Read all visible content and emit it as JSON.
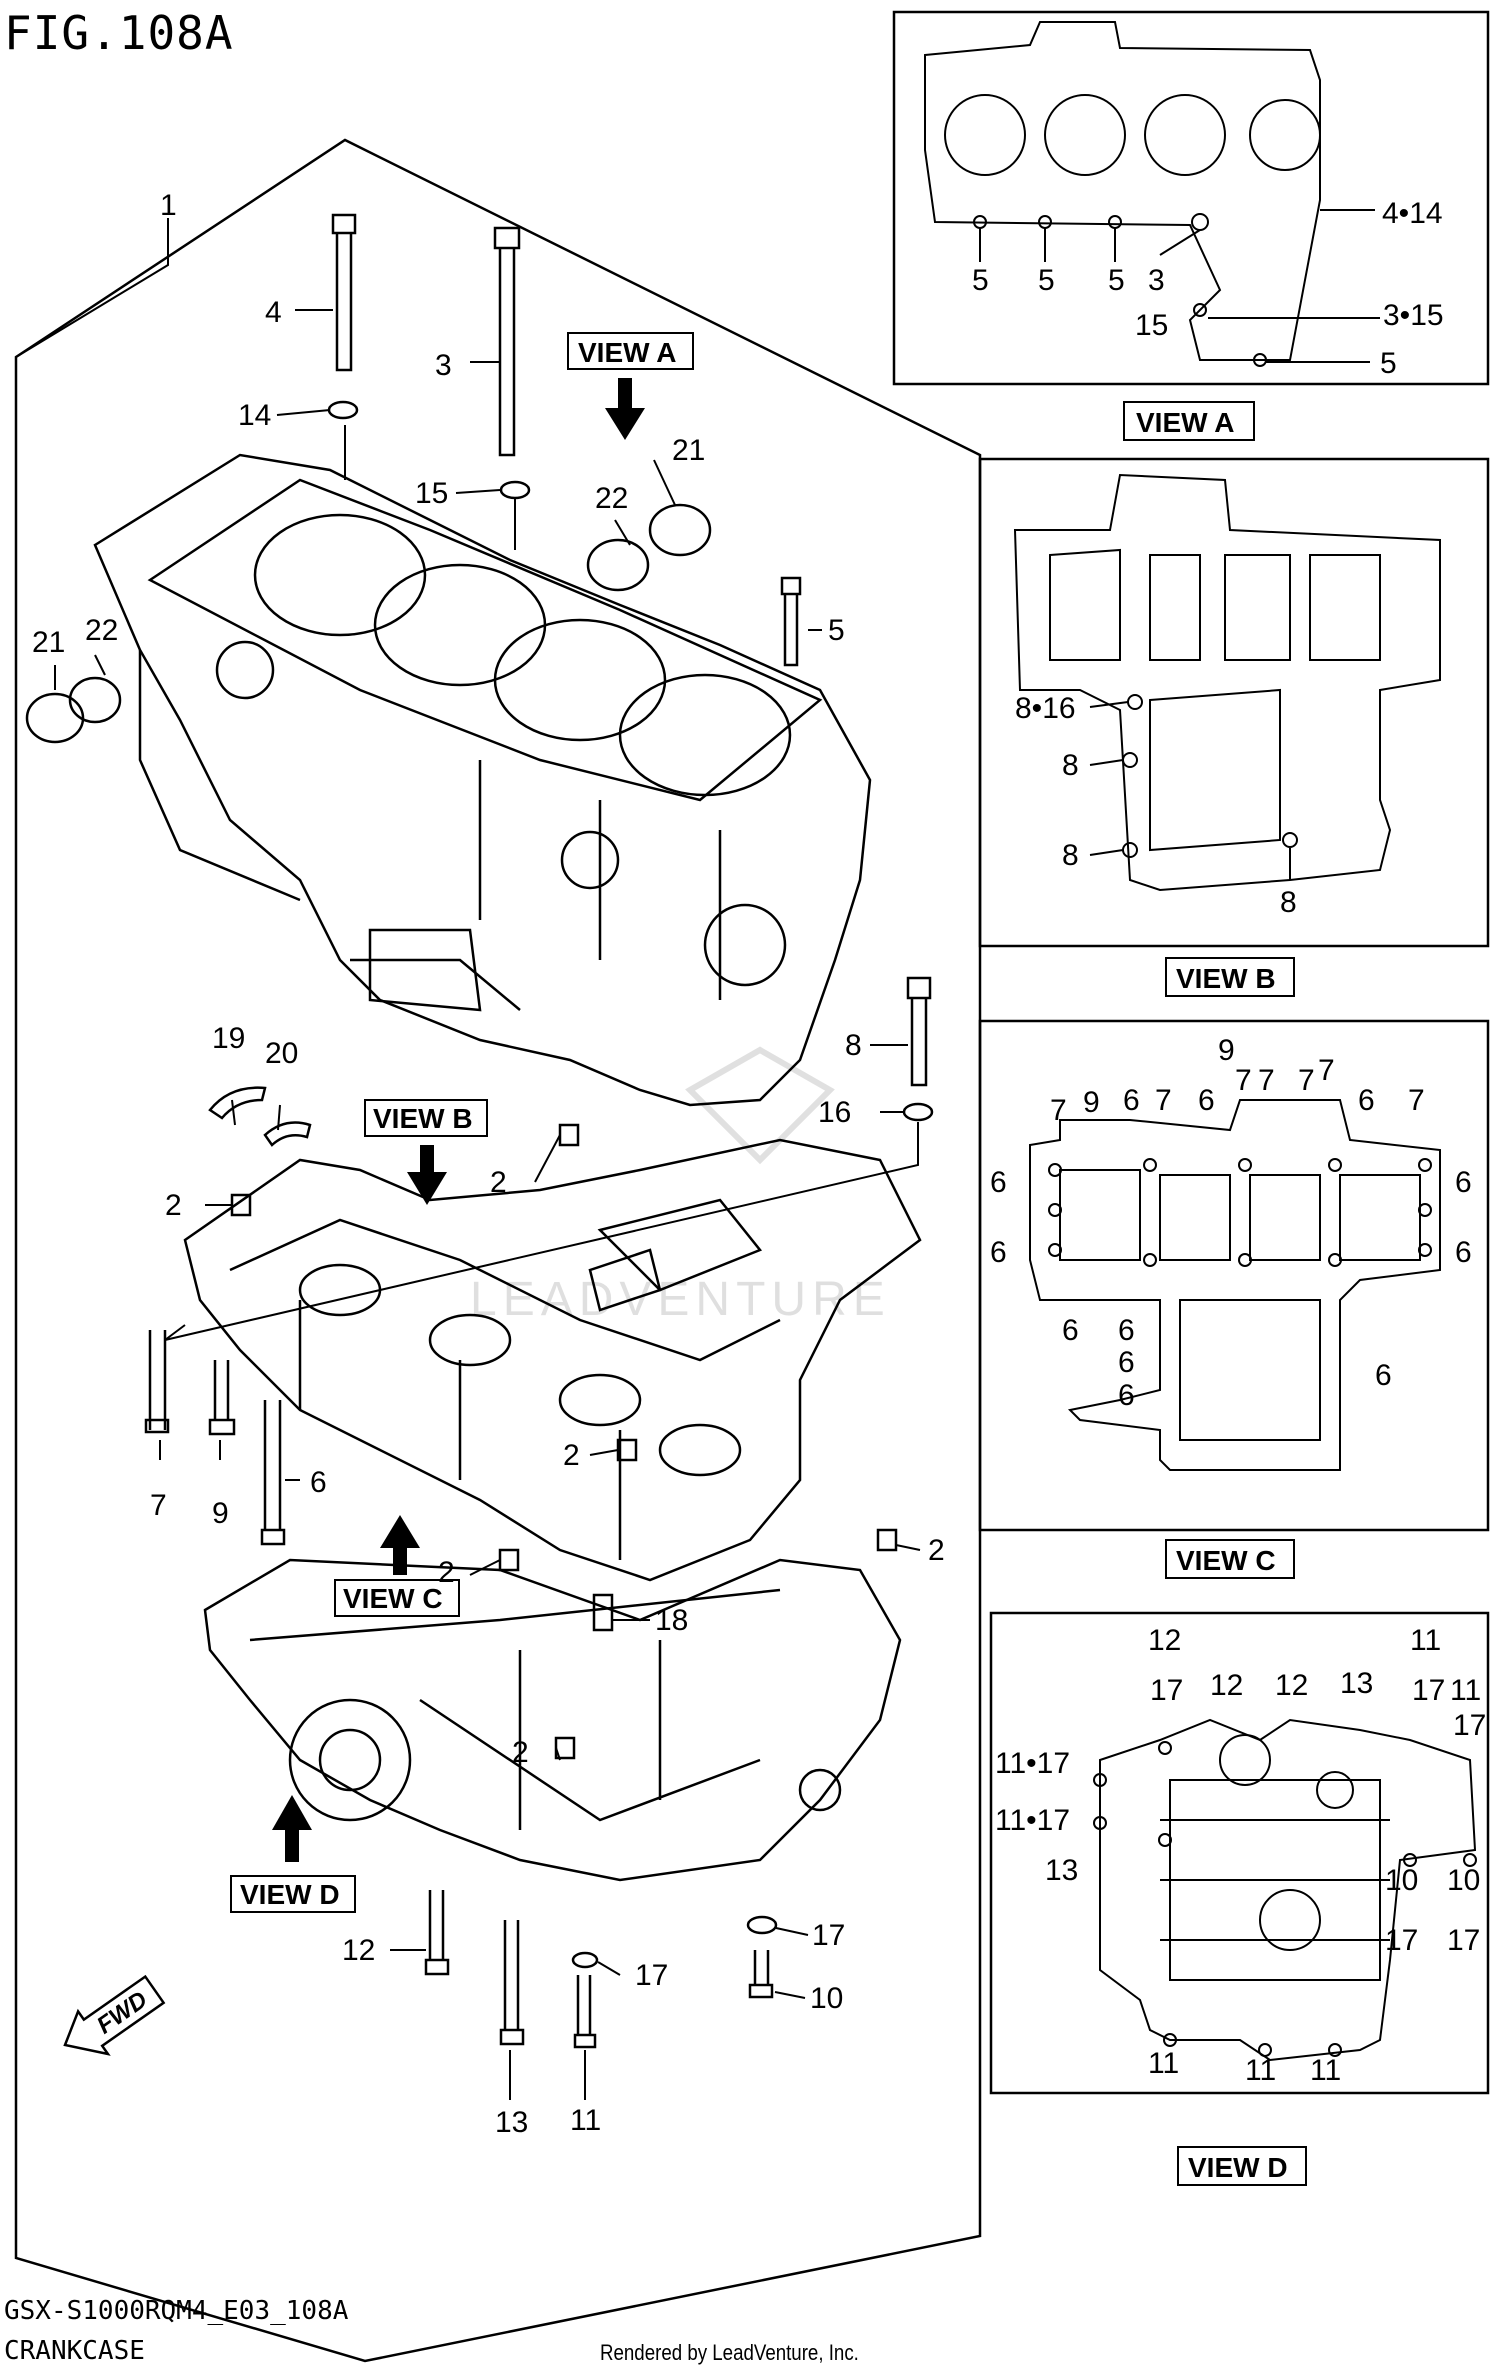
{
  "figure": {
    "title": "FIG.108A",
    "code": "GSX-S1000RQM4_E03_108A",
    "name": "CRANKCASE",
    "credit": "Rendered by LeadVenture, Inc."
  },
  "main_callouts": {
    "c1": "1",
    "c4": "4",
    "c3": "3",
    "c14": "14",
    "c15": "15",
    "c21a": "21",
    "c22a": "22",
    "c21b": "21",
    "c22b": "22",
    "c5": "5",
    "c8": "8",
    "c16": "16",
    "c19": "19",
    "c20": "20",
    "c2a": "2",
    "c2b": "2",
    "c2c": "2",
    "c2d": "2",
    "c2e": "2",
    "c2f": "2",
    "c7": "7",
    "c9": "9",
    "c6": "6",
    "c18": "18",
    "c17a": "17",
    "c17b": "17",
    "c10": "10",
    "c12": "12",
    "c13": "13",
    "c11": "11"
  },
  "view_labels": {
    "view_a": "VIEW A",
    "view_b": "VIEW B",
    "view_c": "VIEW C",
    "view_d": "VIEW D",
    "fwd": "FWD"
  },
  "view_a_panel": {
    "title": "VIEW A",
    "labels": [
      "4•14",
      "5",
      "5",
      "5",
      "3",
      "15",
      "3•15",
      "5"
    ]
  },
  "view_b_panel": {
    "title": "VIEW B",
    "labels": [
      "8•16",
      "8",
      "8",
      "8"
    ]
  },
  "view_c_panel": {
    "title": "VIEW C",
    "labels": [
      "9",
      "7",
      "9",
      "6",
      "7",
      "6",
      "7",
      "7",
      "7",
      "7",
      "6",
      "7",
      "6",
      "6",
      "6",
      "6",
      "6",
      "6",
      "6",
      "6",
      "6"
    ]
  },
  "view_d_panel": {
    "title": "VIEW D",
    "labels": [
      "12",
      "17",
      "11",
      "17",
      "11",
      "17",
      "12",
      "12",
      "13",
      "11•17",
      "11•17",
      "13",
      "10",
      "17",
      "10",
      "17",
      "11",
      "11",
      "11"
    ]
  },
  "watermark": "LEADVENTURE"
}
